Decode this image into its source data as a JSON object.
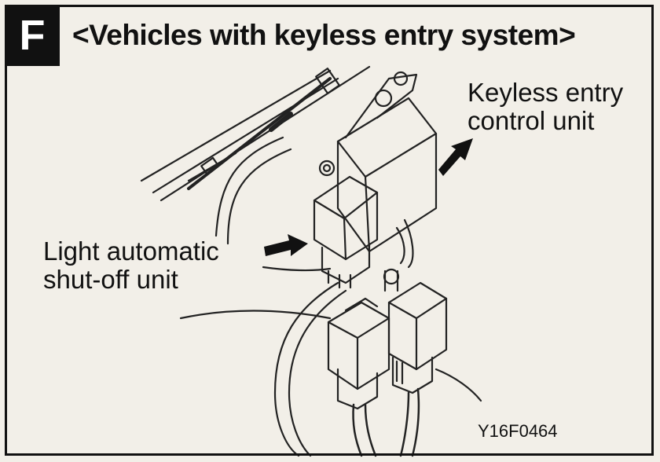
{
  "badge": "F",
  "title": "<Vehicles with keyless entry system>",
  "labels": {
    "keyless_entry_line1": "Keyless entry",
    "keyless_entry_line2": "control unit",
    "light_line1": "Light automatic",
    "light_line2": "shut-off unit"
  },
  "figure_code": "Y16F0464",
  "colors": {
    "ink": "#111111",
    "paper": "#f2efe8"
  }
}
